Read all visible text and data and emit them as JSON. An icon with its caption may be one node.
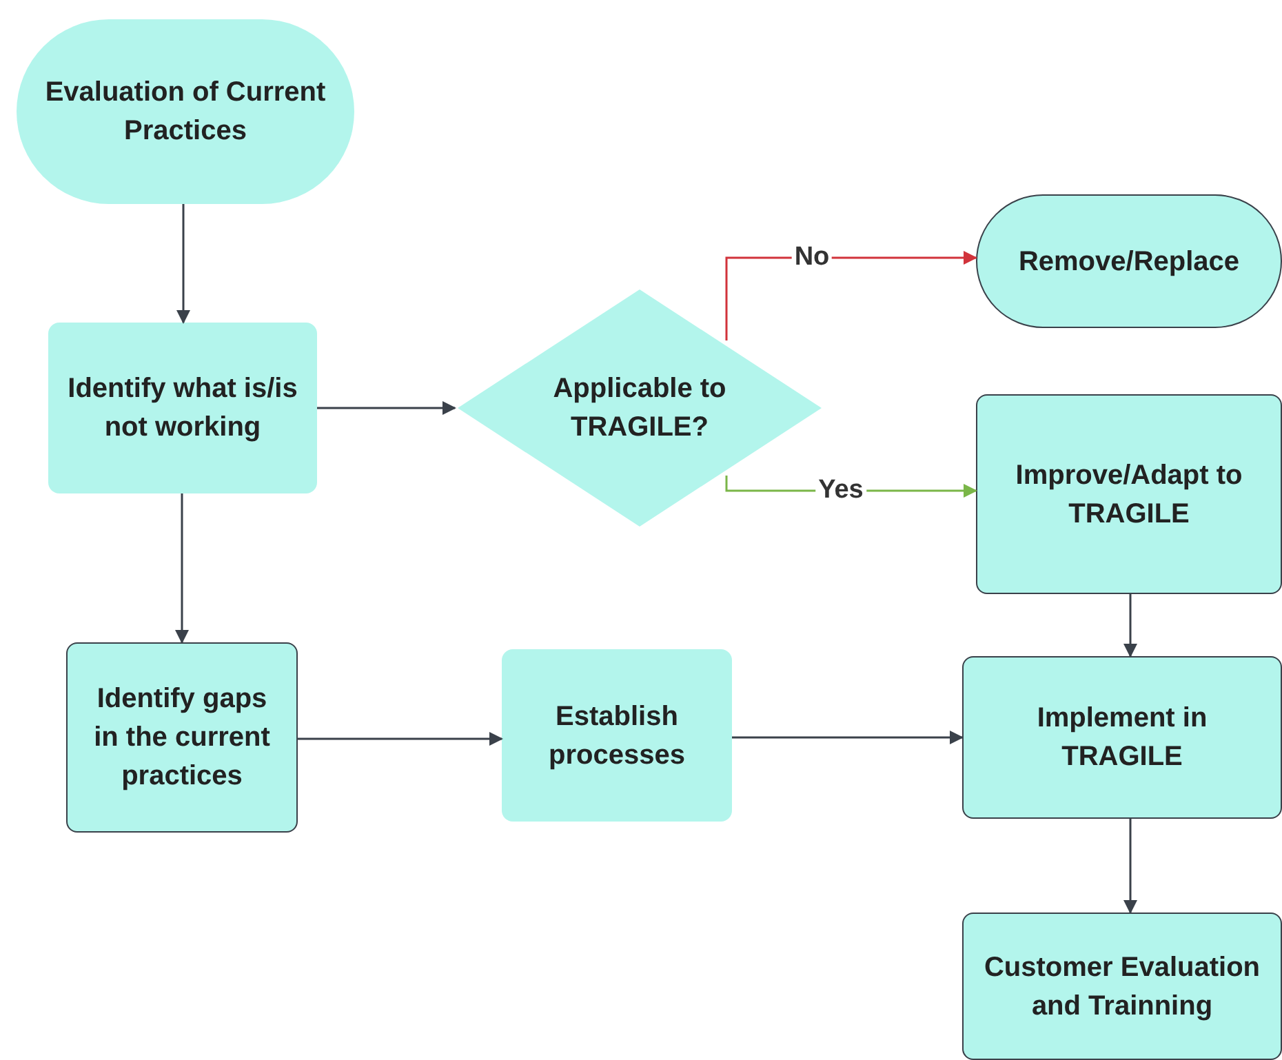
{
  "diagram": {
    "nodes": [
      {
        "text": [
          "Evaluation of Current Practices"
        ]
      },
      {
        "text": [
          "Identify what is/is not working"
        ]
      },
      {
        "text": [
          "Applicable to TRAGILE?"
        ]
      },
      {
        "text": [
          "Remove/Replace"
        ]
      },
      {
        "text": [
          "Improve/Adapt to TRAGILE"
        ]
      },
      {
        "text": [
          "Identify gaps in the current practices"
        ]
      },
      {
        "text": [
          "Establish processes"
        ]
      },
      {
        "text": [
          "Implement in TRAGILE"
        ]
      },
      {
        "text": [
          "Customer Evaluation and Trainning"
        ]
      }
    ],
    "edges": [
      {
        "from": 0,
        "to": 1,
        "arrow": "to"
      },
      {
        "from": 1,
        "to": 2,
        "arrow": "to"
      },
      {
        "from": 2,
        "to": 3,
        "arrow": "to",
        "label": "No",
        "color": "#d1333b"
      },
      {
        "from": 2,
        "to": 4,
        "arrow": "to",
        "label": "Yes",
        "color": "#7ab648"
      },
      {
        "from": 1,
        "to": 5,
        "arrow": "to"
      },
      {
        "from": 5,
        "to": 6,
        "arrow": "to"
      },
      {
        "from": 6,
        "to": 7,
        "arrow": "to"
      },
      {
        "from": 4,
        "to": 7,
        "arrow": "to"
      },
      {
        "from": 7,
        "to": 8,
        "arrow": "to"
      }
    ]
  }
}
